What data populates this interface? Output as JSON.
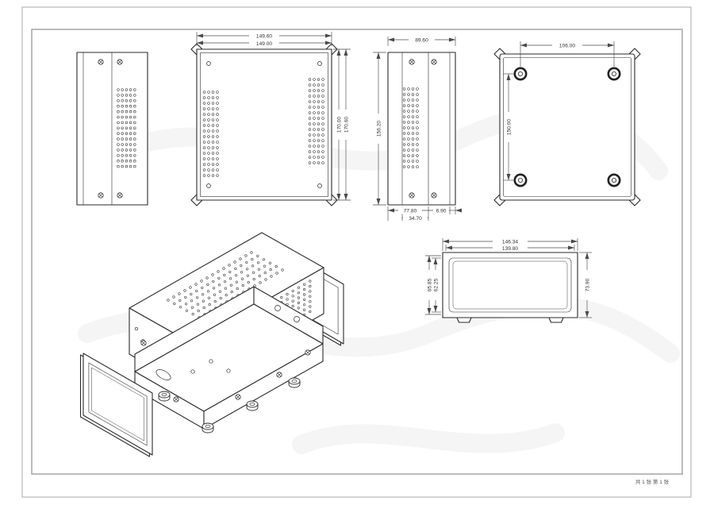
{
  "sheet": {
    "note": "共 1 张 第 1 张"
  },
  "drawing": {
    "line_color": "#2a2a2a",
    "dim_color": "#4a4a4a",
    "background": "#ffffff"
  },
  "dims": {
    "top_view": {
      "width_outer": "149.60",
      "width_inner": "149.00",
      "height_inner": "170.00",
      "height_outer": "170.60"
    },
    "side_view": {
      "width": "89.60",
      "height": "156.20",
      "depth_total": "77.80",
      "flange": "6.90",
      "half_depth": "34.70"
    },
    "bottom_view": {
      "feet_spacing_x": "106.00",
      "feet_spacing_y": "150.00"
    },
    "front_view": {
      "width_outer": "146.34",
      "width_inner": "139.80",
      "height": "73.90",
      "panel_outer": "65.85",
      "panel_inner": "62.25"
    }
  }
}
